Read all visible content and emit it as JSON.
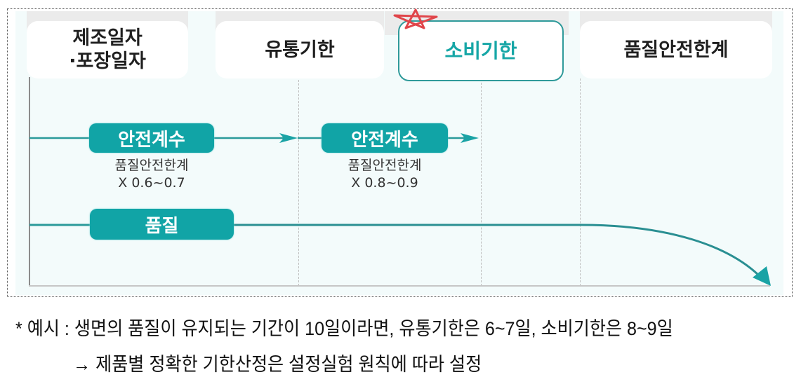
{
  "header": {
    "columns": [
      {
        "label_line1": "제조일자",
        "label_line2": "·포장일자"
      },
      {
        "label": "유통기한"
      },
      {
        "label": "소비기한",
        "highlighted": true,
        "marker": "star-icon"
      },
      {
        "label": "품질안전한계"
      }
    ]
  },
  "rows": {
    "safety_factor": [
      {
        "label": "안전계수",
        "caption_line1": "품질안전한계",
        "caption_line2": "X 0.6~0.7"
      },
      {
        "label": "안전계수",
        "caption_line1": "품질안전한계",
        "caption_line2": "X 0.8~0.9"
      }
    ],
    "quality": {
      "label": "품질"
    }
  },
  "footer": {
    "line1": "* 예시 : 생면의 품질이 유지되는 기간이 10일이라면, 유통기한은 6~7일, 소비기한은 8~9일",
    "line2": "→ 제품별 정확한 기한산정은 설정실험 원칙에 따라 설정"
  },
  "colors": {
    "teal": "#11a4a6",
    "teal_border": "#2f9a9a",
    "line": "#2a9a9a",
    "star": "#e0454a",
    "panel_bg": "#f3fbfb"
  }
}
